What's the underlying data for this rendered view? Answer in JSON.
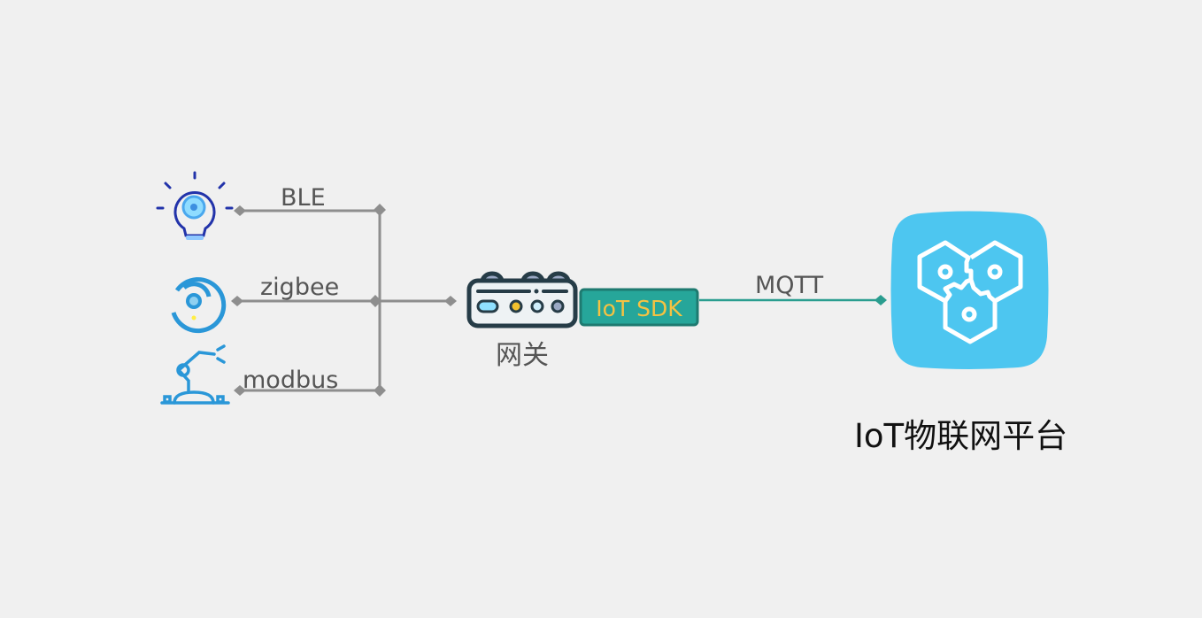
{
  "protocols": {
    "ble": "BLE",
    "zigbee": "zigbee",
    "modbus": "modbus",
    "mqtt": "MQTT"
  },
  "gateway": {
    "label": "网关",
    "sdk_label": "IoT SDK"
  },
  "platform": {
    "title": "IoT物联网平台"
  },
  "colors": {
    "line": "#8e8e8e",
    "mqtt_line": "#2a9d8f",
    "sdk_fill": "#26a69a",
    "sdk_text": "#f5c242",
    "platform_bg": "#4dc6f0"
  }
}
